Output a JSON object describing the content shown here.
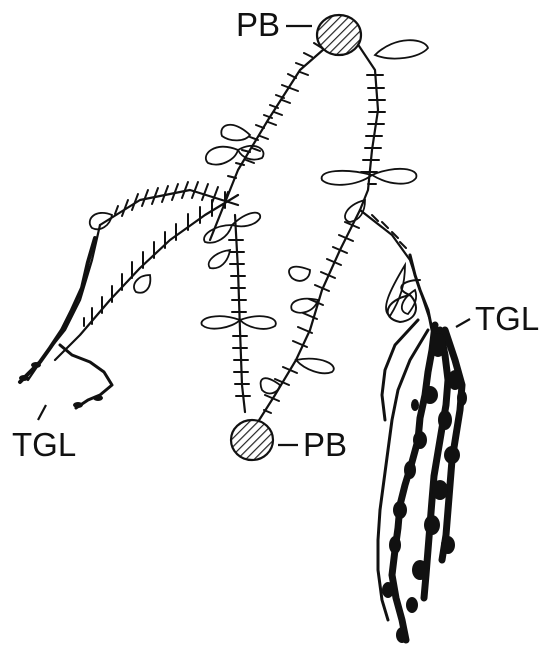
{
  "labels": {
    "pb_top": "PB",
    "pb_bottom": "PB",
    "tgl_right": "TGL",
    "tgl_left": "TGL"
  },
  "colors": {
    "ink": "#111111",
    "background": "#ffffff"
  }
}
